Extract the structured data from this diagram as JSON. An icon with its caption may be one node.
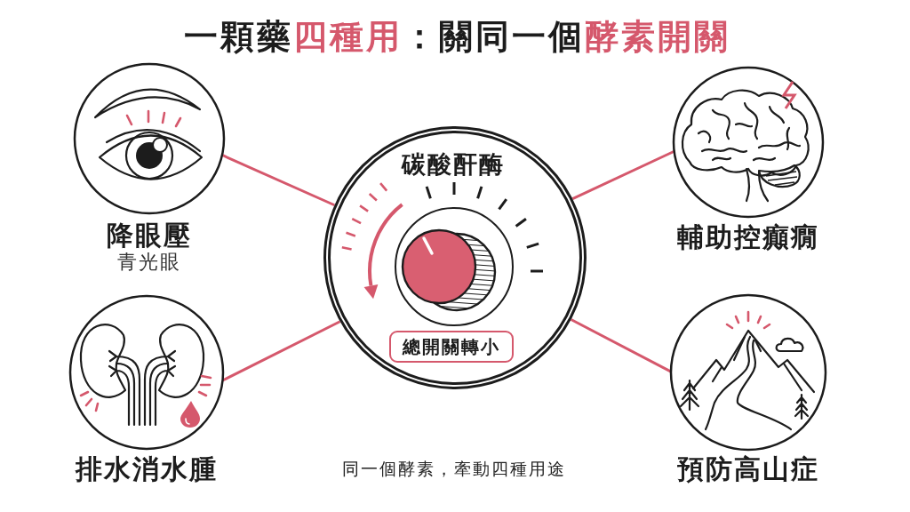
{
  "diagram": {
    "title": "一顆藥**四種用**：關同一個**酵素開關**",
    "nodes": [
      {
        "text": [
          "降眼壓",
          "青光眼"
        ]
      },
      {
        "text": [
          "輔助控癲癇"
        ]
      },
      {
        "text": [
          "碳酸酐酶"
        ]
      },
      {
        "text": [
          "總開關轉小"
        ],
        "in": 2
      },
      {
        "text": [
          "排水消水腫"
        ]
      },
      {
        "text": [
          "預防高山症"
        ]
      }
    ],
    "edges": [
      {
        "from": 2,
        "to": 0,
        "arrow": "none"
      },
      {
        "from": 2,
        "to": 1,
        "arrow": "none"
      },
      {
        "from": 2,
        "to": 4,
        "arrow": "none"
      },
      {
        "from": 2,
        "to": 5,
        "arrow": "none"
      }
    ],
    "caption": "同一個酵素，牽動四種用途"
  }
}
